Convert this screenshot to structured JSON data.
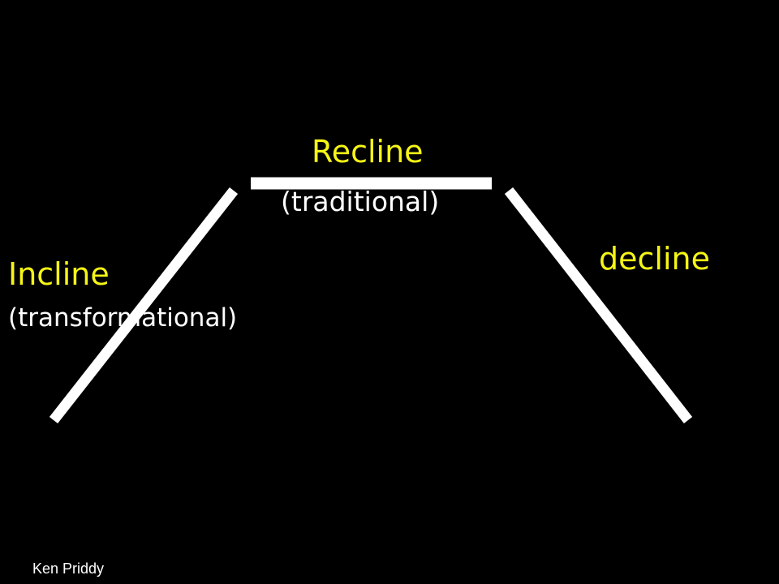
{
  "colors": {
    "background": "#000000",
    "accent_text": "#f5f516",
    "secondary_text": "#ffffff",
    "line": "#ffffff"
  },
  "diagram": {
    "recline": {
      "title": "Recline",
      "subtitle": "(traditional)"
    },
    "incline": {
      "title": "Incline",
      "subtitle": "(transformational)"
    },
    "decline": {
      "title": "decline"
    }
  },
  "footer": {
    "credit": "Ken Priddy"
  }
}
